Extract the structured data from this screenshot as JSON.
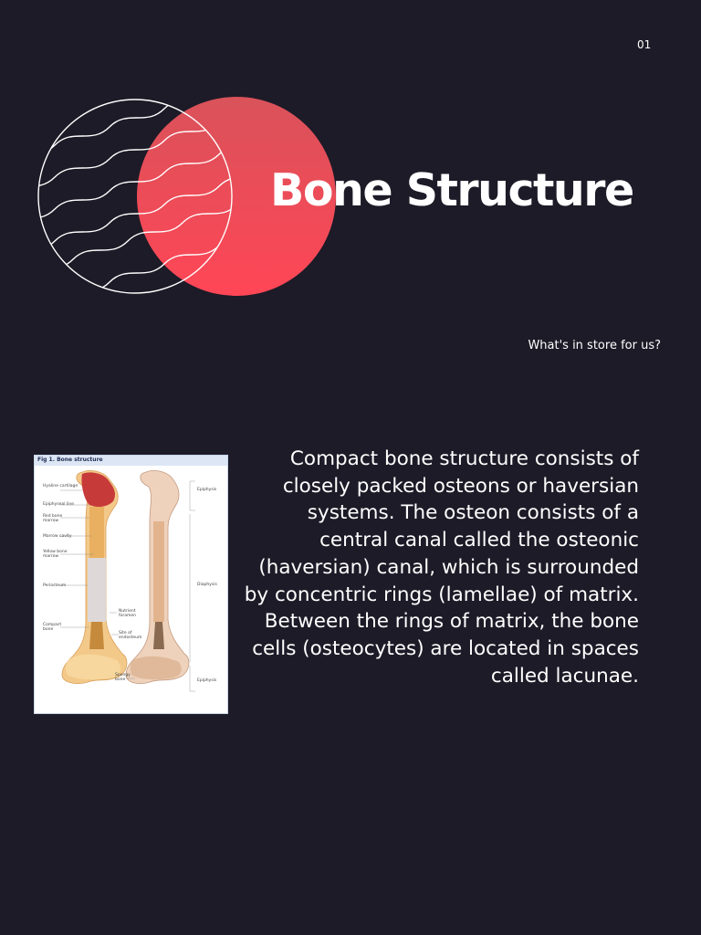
{
  "page": {
    "number": "01",
    "title": "Bone Structure",
    "subtitle": "What's in store for us?",
    "body": "Compact bone structure consists of closely packed osteons or haversian systems. The osteon consists of a central canal called the osteonic (haversian) canal, which is surrounded by concentric rings (lamellae) of matrix. Between the rings of matrix, the bone cells (osteocytes) are located in spaces called lacunae."
  },
  "figure": {
    "caption": "Fig 1. Bone structure",
    "labels": {
      "hyaline": "Hyaline cartilage",
      "epiphyseal_line": "Epiphyseal line",
      "red_marrow": "Red bone marrow",
      "marrow_cavity": "Marrow cavity",
      "yellow_marrow": "Yellow bone marrow",
      "periosteum": "Periosteum",
      "compact": "Compact bone",
      "nutrient": "Nutrient foramen",
      "endosteum": "Site of endosteum",
      "spongy": "Spongy bone",
      "epiphysis_top": "Epiphysis",
      "diaphysis": "Diaphysis",
      "epiphysis_bottom": "Epiphysis"
    }
  },
  "colors": {
    "background": "#1c1b27",
    "accent": "#ff4f5e",
    "text": "#ffffff"
  }
}
